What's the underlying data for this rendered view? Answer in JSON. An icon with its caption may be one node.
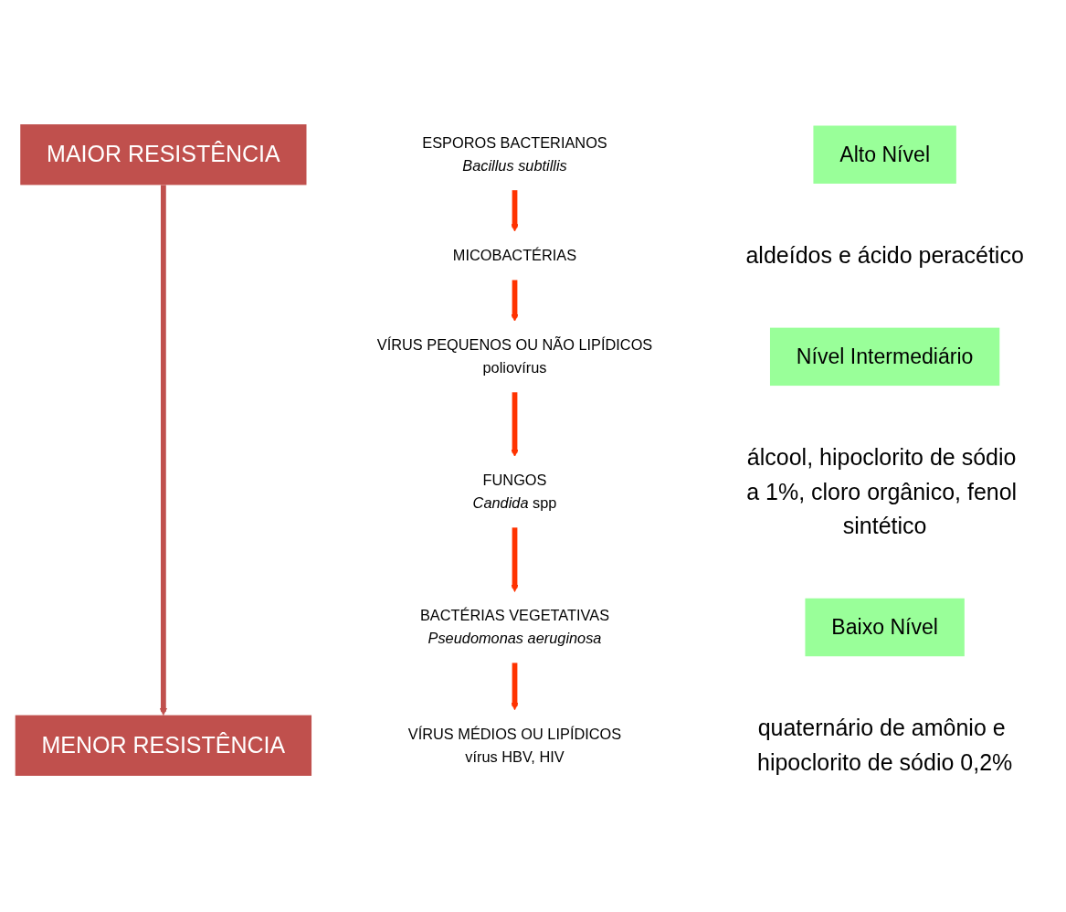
{
  "diagram": {
    "nodes": [
      {
        "text": [
          "MAIOR RESISTÊNCIA"
        ]
      },
      {
        "text": [
          "ESPOROS BACTERIANOS",
          "Bacillus subtillis"
        ]
      },
      {
        "text": [
          "MICOBACTÉRIAS"
        ]
      },
      {
        "text": [
          "VÍRUS PEQUENOS OU NÃO LIPÍDICOS",
          "poliovírus"
        ]
      },
      {
        "text": [
          "FUNGOS",
          "*Candida* spp"
        ]
      },
      {
        "text": [
          "BACTÉRIAS VEGETATIVAS",
          "Pseudomonas aeruginosa"
        ]
      },
      {
        "text": [
          "VÍRUS MÉDIOS OU LIPÍDICOS",
          "vírus HBV, HIV"
        ]
      },
      {
        "text": [
          "MENOR RESISTÊNCIA"
        ]
      },
      {
        "text": [
          "Alto Nível"
        ],
        "beside": [
          "aldeídos e ácido peracético"
        ]
      },
      {
        "text": [
          "Nível Intermediário"
        ],
        "beside": [
          "álcool, hipoclorito de sódio a 1%, cloro orgânico, fenol sintético"
        ]
      },
      {
        "text": [
          "Baixo Nível"
        ],
        "beside": [
          "quaternário de amônio e hipoclorito de sódio 0,2%"
        ]
      }
    ],
    "edges": [
      {
        "from": 1,
        "to": 2,
        "arrow": "to"
      },
      {
        "from": 2,
        "to": 3,
        "arrow": "to"
      },
      {
        "from": 3,
        "to": 4,
        "arrow": "to"
      },
      {
        "from": 4,
        "to": 5,
        "arrow": "to"
      },
      {
        "from": 5,
        "to": 6,
        "arrow": "to"
      },
      {
        "from": 0,
        "to": 7,
        "arrow": "to",
        "color": "#c0504d"
      }
    ]
  }
}
